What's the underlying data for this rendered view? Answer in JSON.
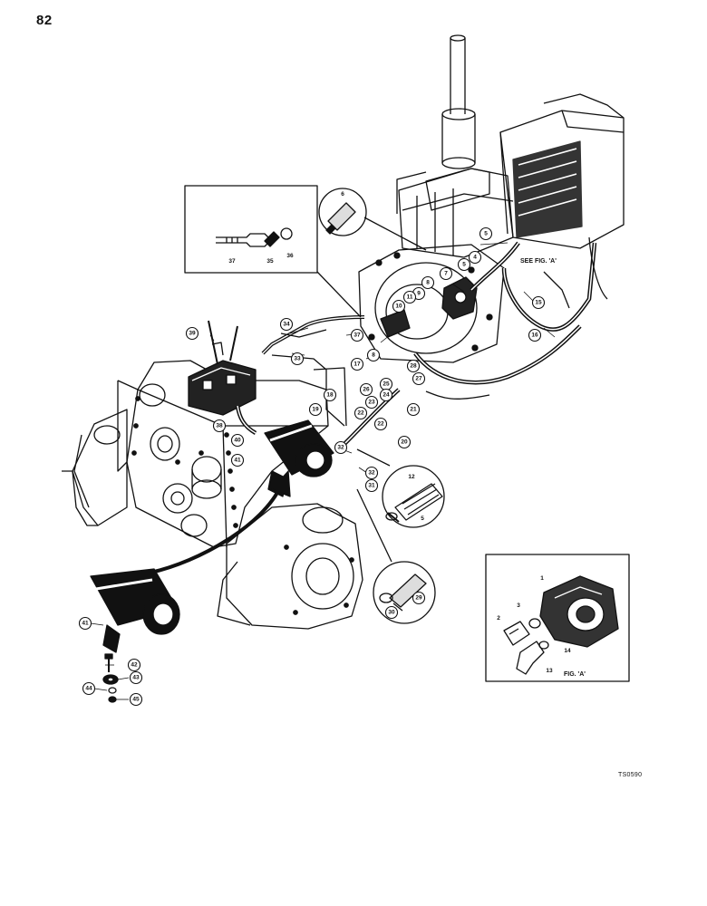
{
  "page": {
    "number": "82",
    "drawing_code": "TS0590"
  },
  "fig_ref": "SEE FIG. 'A'",
  "fig_label": "FIG. 'A'",
  "callouts": {
    "c1": "1",
    "c2": "2",
    "c3": "3",
    "c4": "4",
    "c5": "5",
    "c6": "6",
    "c7": "7",
    "c8": "8",
    "c9": "9",
    "c10": "10",
    "c11": "11",
    "c12": "12",
    "c13": "13",
    "c14": "14",
    "c15": "15",
    "c16": "16",
    "c17": "17",
    "c18": "18",
    "c19": "19",
    "c20": "20",
    "c21": "21",
    "c22": "22",
    "c23": "23",
    "c24": "24",
    "c25": "25",
    "c26": "26",
    "c27": "27",
    "c28": "28",
    "c29": "29",
    "c30": "30",
    "c31": "31",
    "c32": "32",
    "c33": "33",
    "c34": "34",
    "c35": "35",
    "c36": "36",
    "c37": "37",
    "c38": "38",
    "c39": "39",
    "c40": "40",
    "c41": "41",
    "c42": "42",
    "c43": "43",
    "c44": "44",
    "c45": "45"
  }
}
